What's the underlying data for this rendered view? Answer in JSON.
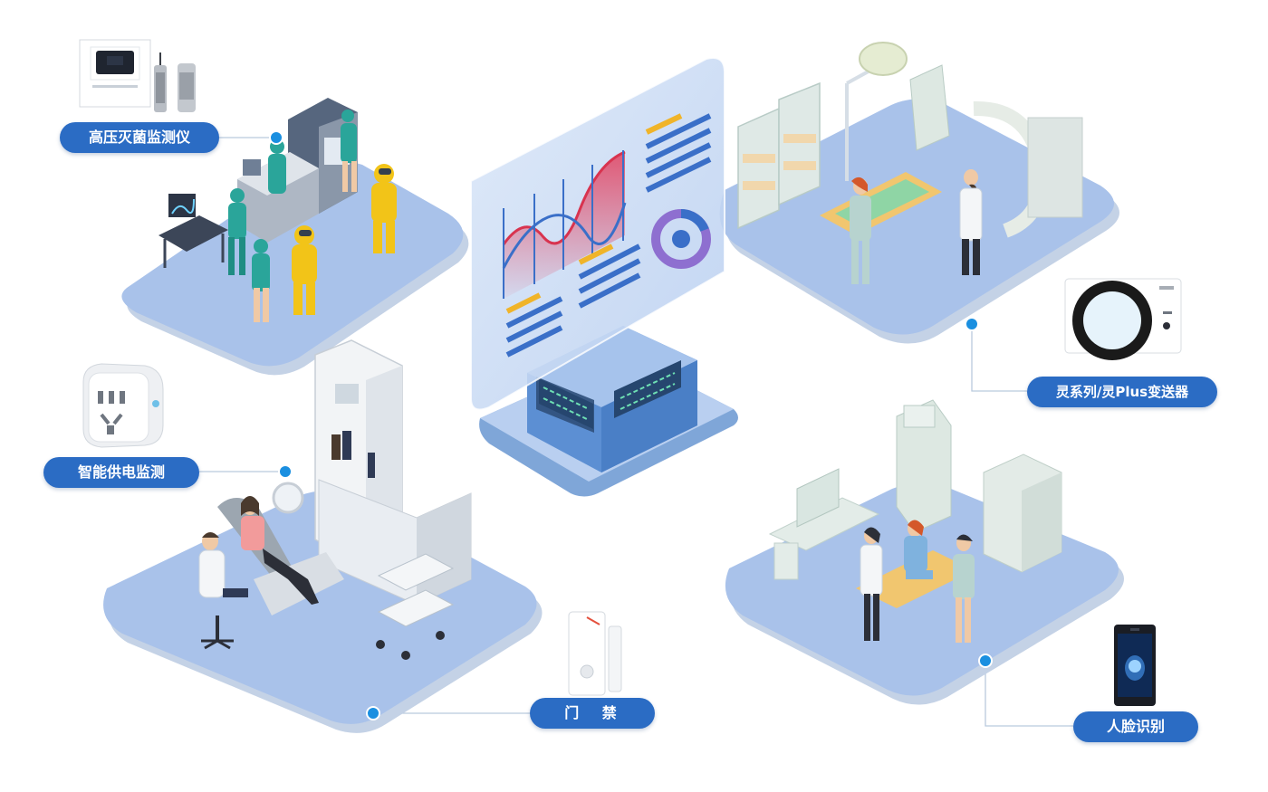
{
  "labels": {
    "sterilizer": "高压灭菌监测仪",
    "power": "智能供电监测",
    "door": "门 禁",
    "transmitter": "灵系列/灵Plus变送器",
    "face": "人脸识别"
  },
  "colors": {
    "tag_blue": "#2b6cc4",
    "platform": "#a9c2ea",
    "dot_blue": "#1a8fe0"
  },
  "icons": [
    "data-dashboard-screen",
    "lab-scene",
    "operating-room-scene",
    "dental-clinic-scene",
    "clinic-scene",
    "sterilization-monitor-device",
    "smart-socket-device",
    "door-sensor-device",
    "transmitter-device",
    "face-recognition-terminal"
  ]
}
